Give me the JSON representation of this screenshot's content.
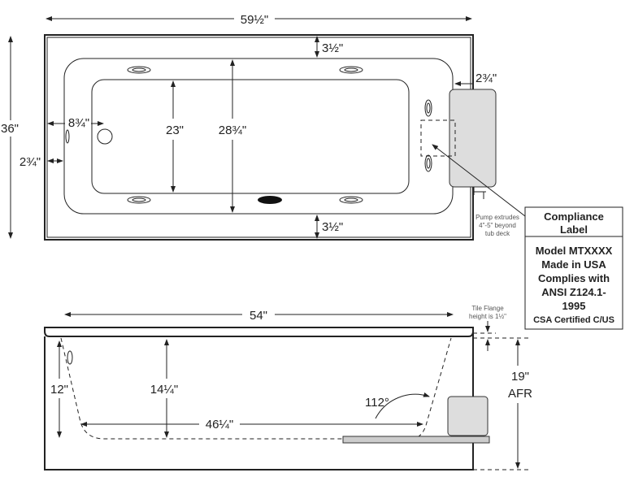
{
  "top_view": {
    "overall_length": "59½\"",
    "overall_width": "36\"",
    "deck_top": "3½\"",
    "deck_bottom": "3½\"",
    "deck_right": "2¾\"",
    "deck_left": "2¾\"",
    "drain_offset": "8¾\"",
    "basin_width": "23\"",
    "interior_width": "28¾\"",
    "pump_note": [
      "Pump extrudes",
      "4\"-5\" beyond",
      "tub deck"
    ]
  },
  "compliance_label": {
    "title": [
      "Compliance",
      "Label"
    ],
    "lines": [
      "Model MTXXXX",
      "Made in USA",
      "Complies with",
      "ANSI Z124.1-",
      "1995"
    ],
    "cert": "CSA Certified C/US"
  },
  "side_view": {
    "top_length": "54\"",
    "bottom_length": "46¼\"",
    "depth_left": "12\"",
    "depth_center": "14¼\"",
    "angle": "112°",
    "height": "19\"",
    "height_label": "AFR",
    "flange_note": [
      "Tile Flange",
      "height is 1½\""
    ]
  }
}
